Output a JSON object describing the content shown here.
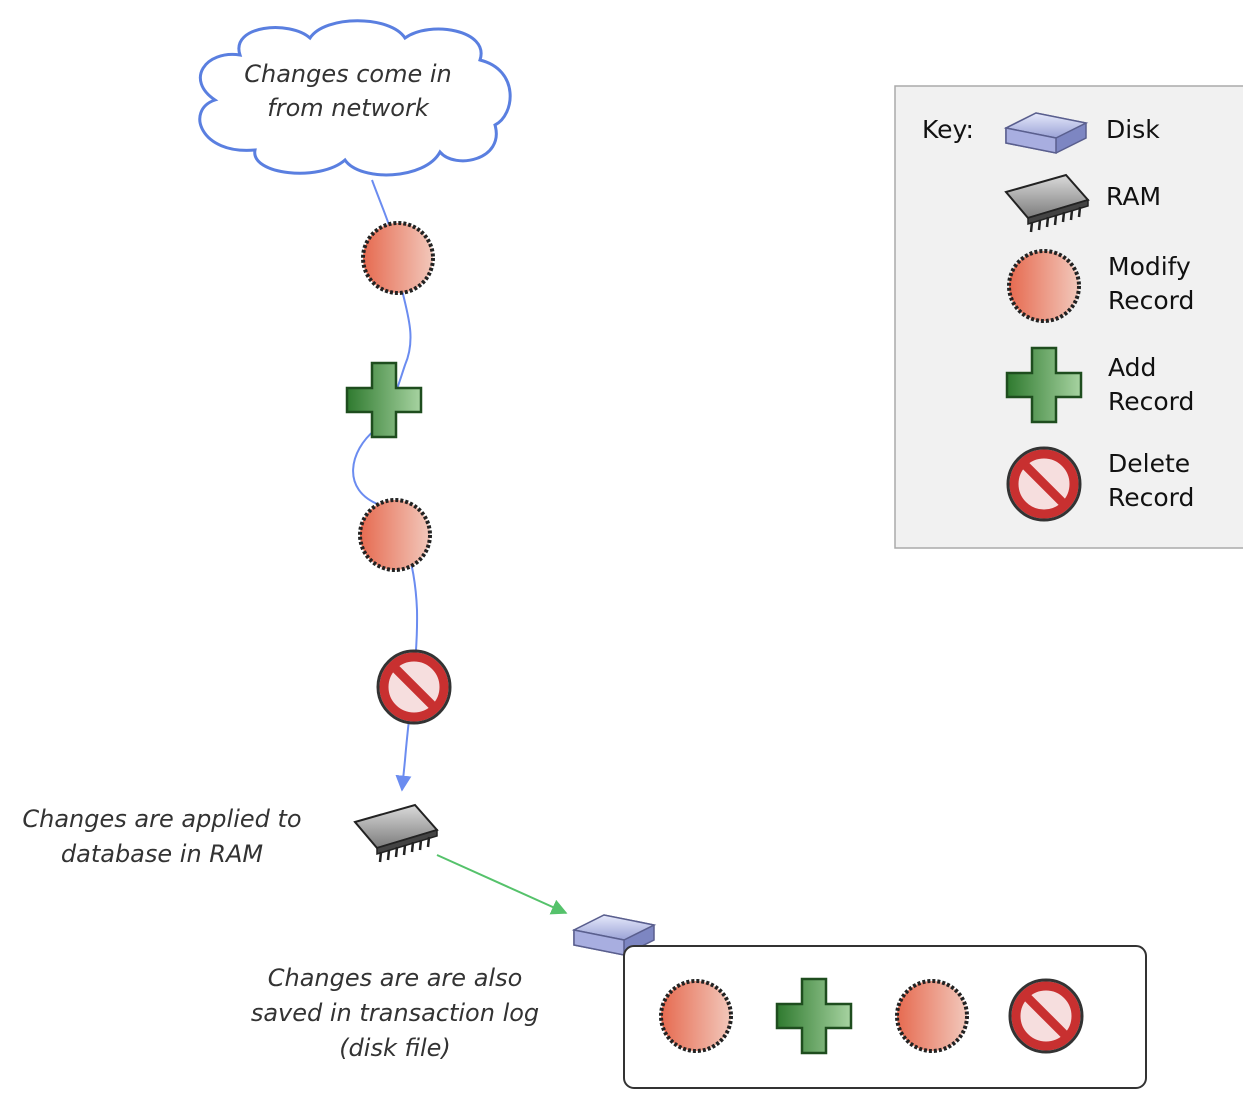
{
  "cloud_text": [
    "Changes come in",
    "from network"
  ],
  "ram_caption": [
    "Changes are applied to",
    "database in RAM"
  ],
  "log_caption": [
    "Changes are are also",
    "saved in transaction log",
    "(disk file)"
  ],
  "legend": {
    "title": "Key:",
    "items": [
      {
        "icon": "disk-icon",
        "lines": [
          "Disk"
        ]
      },
      {
        "icon": "ram-icon",
        "lines": [
          "RAM"
        ]
      },
      {
        "icon": "modify-record-icon",
        "lines": [
          "Modify",
          "Record"
        ]
      },
      {
        "icon": "add-record-icon",
        "lines": [
          "Add",
          "Record"
        ]
      },
      {
        "icon": "delete-record-icon",
        "lines": [
          "Delete",
          "Record"
        ]
      }
    ]
  },
  "flow": [
    "modify",
    "add",
    "modify",
    "delete"
  ],
  "transaction_log": [
    "modify",
    "add",
    "modify",
    "delete"
  ],
  "colors": {
    "network_path": "#6b8cf0",
    "disk_path": "#55c26b",
    "modify": "#e8765e",
    "add": "#3e8a3e",
    "delete": "#d43b3b",
    "cloud_stroke": "#5a7fe0"
  }
}
